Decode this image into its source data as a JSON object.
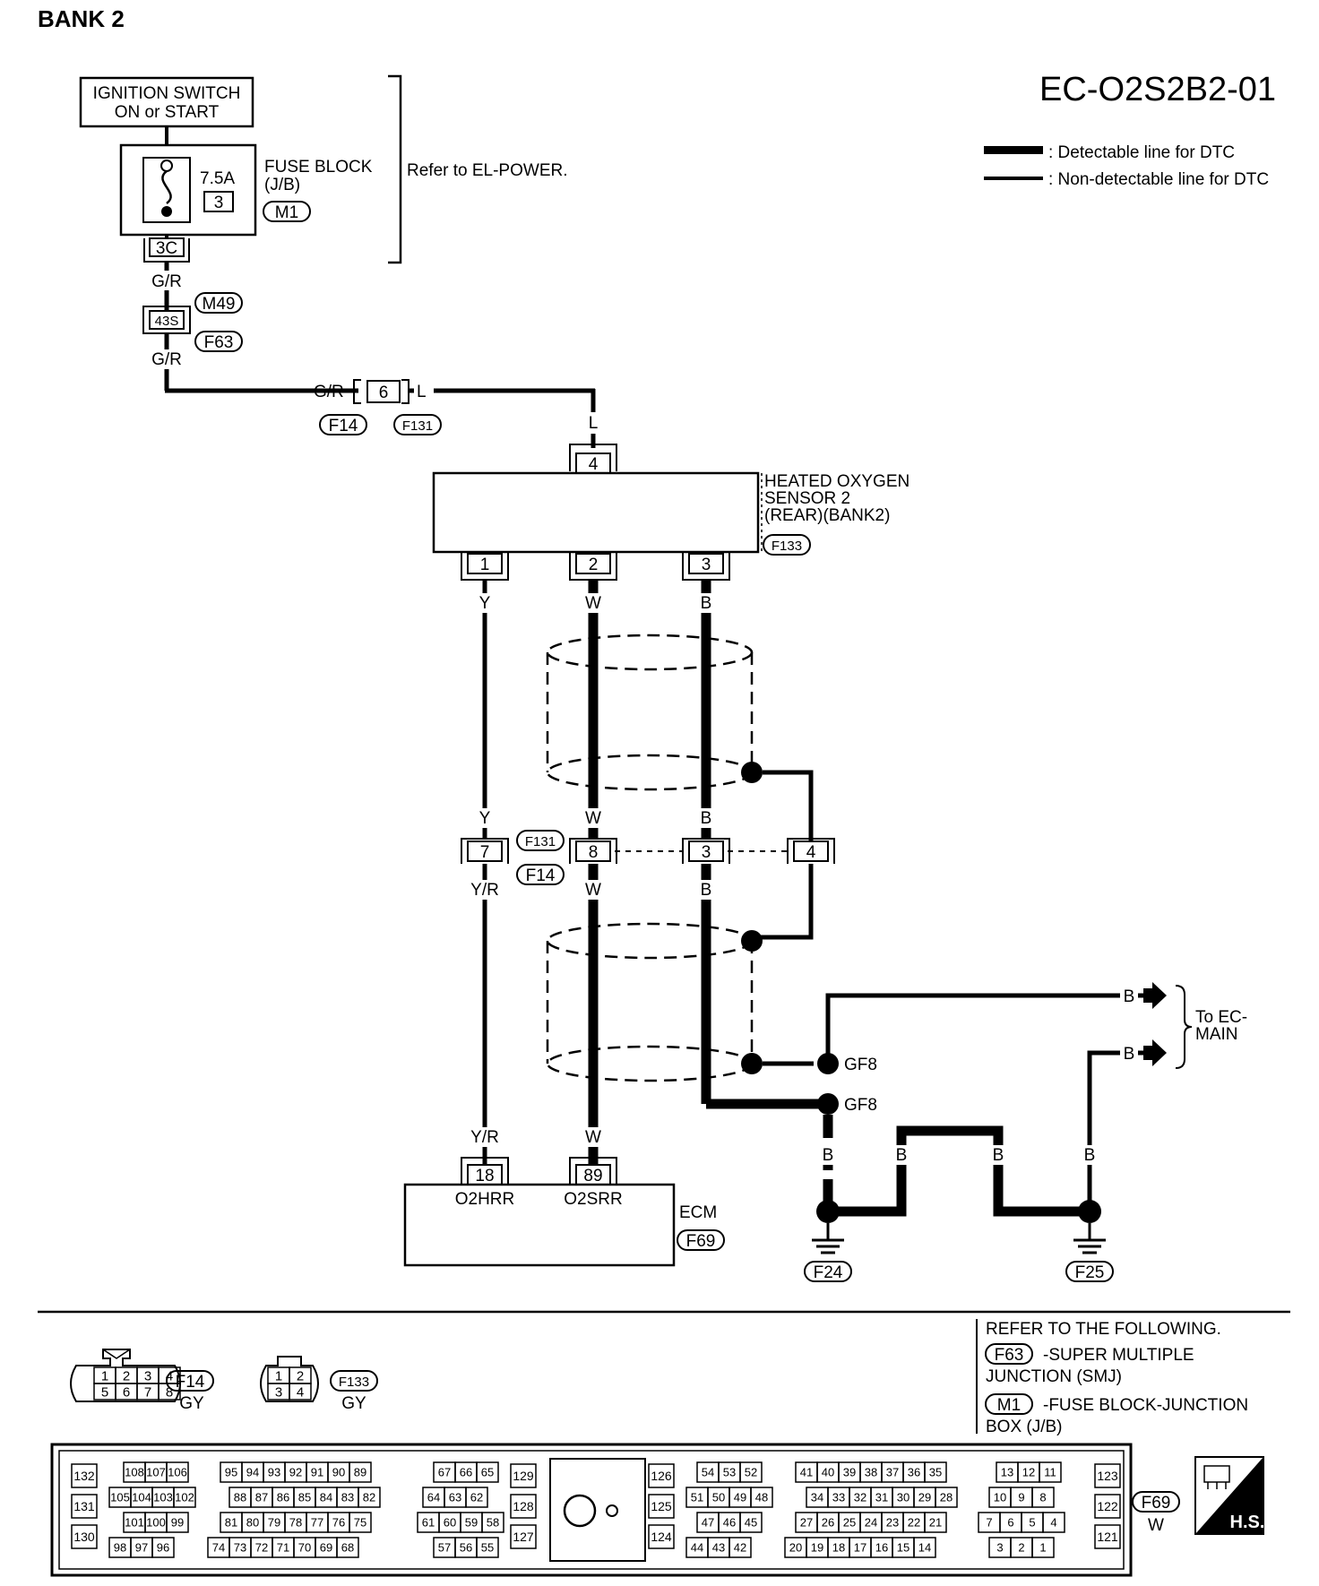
{
  "page": {
    "bank_title": "BANK 2",
    "diagram_code": "EC-O2S2B2-01"
  },
  "legend": {
    "detectable": ": Detectable line for DTC",
    "non_detectable": ": Non-detectable line for DTC"
  },
  "power": {
    "ignition_line1": "IGNITION SWITCH",
    "ignition_line2": "ON or START",
    "fuse_rating": "7.5A",
    "fuse_number": "3",
    "fuse_block_line1": "FUSE  BLOCK",
    "fuse_block_line2": "(J/B)",
    "fuse_block_connector": "M1",
    "fuse_terminal": "3C",
    "refer": "Refer to EL-POWER."
  },
  "harness": {
    "wire_gr": "G/R",
    "junction_terminal": "43S",
    "junction_connector_top": "M49",
    "junction_connector_bottom": "F63",
    "wire_gr_2": "G/R",
    "wire_gr_3": "G/R",
    "inline_terminal": "6",
    "wire_l": "L",
    "inline_left_connector": "F14",
    "inline_right_connector": "F131",
    "wire_l_2": "L"
  },
  "sensor": {
    "terminal_top": "4",
    "name_line1": "HEATED OXYGEN",
    "name_line2": "SENSOR 2",
    "name_line3": "(REAR)(BANK2)",
    "connector": "F133",
    "terminals": [
      "1",
      "2",
      "3"
    ],
    "wire_colors": [
      "Y",
      "W",
      "B"
    ]
  },
  "mid_connector": {
    "upper_wires": [
      "Y",
      "W",
      "B"
    ],
    "terminals": [
      "7",
      "8",
      "3",
      "4"
    ],
    "connector_top": "F131",
    "connector_bottom": "F14",
    "lower_wires": [
      "Y/R",
      "W",
      "B"
    ]
  },
  "ground": {
    "to_wire1": "B",
    "to_wire2": "B",
    "to_label_line1": "To EC-",
    "to_label_line2": "MAIN",
    "gf8_1": "GF8",
    "gf8_2": "GF8",
    "wire_b": [
      "B",
      "B",
      "B",
      "B"
    ],
    "ground_left": "F24",
    "ground_right": "F25"
  },
  "ecm": {
    "wire_left": "Y/R",
    "wire_right": "W",
    "terminal_left": "18",
    "terminal_right": "89",
    "signal_left": "O2HRR",
    "signal_right": "O2SRR",
    "name": "ECM",
    "connector": "F69"
  },
  "connector_views": {
    "f14_row1": [
      "1",
      "2",
      "3",
      "4"
    ],
    "f14_row2": [
      "5",
      "6",
      "7",
      "8"
    ],
    "f14_id": "F14",
    "f14_color": "GY",
    "f133_row1": [
      "1",
      "2"
    ],
    "f133_row2": [
      "3",
      "4"
    ],
    "f133_id": "F133",
    "f133_color": "GY"
  },
  "references": {
    "heading": "REFER TO THE FOLLOWING.",
    "item1_connector": "F63",
    "item1_text_line1": "-SUPER MULTIPLE",
    "item1_text_line2": "JUNCTION (SMJ)",
    "item2_connector": "M1",
    "item2_text_line1": "-FUSE BLOCK-JUNCTION",
    "item2_text_line2": "BOX (J/B)"
  },
  "ecm_connector_face": {
    "id": "F69",
    "color": "W",
    "badge": "H.S.",
    "side_left": [
      "132",
      "131",
      "130"
    ],
    "side_mid_left": [
      "129",
      "128",
      "127"
    ],
    "side_mid_right": [
      "126",
      "125",
      "124"
    ],
    "side_right": [
      "123",
      "122",
      "121"
    ],
    "block1": [
      [
        "108",
        "107",
        "106"
      ],
      [
        "105",
        "104",
        "103",
        "102"
      ],
      [
        "101",
        "100",
        "99"
      ],
      [
        "98",
        "97",
        "96"
      ]
    ],
    "block2": [
      [
        "95",
        "94",
        "93",
        "92",
        "91",
        "90",
        "89"
      ],
      [
        "88",
        "87",
        "86",
        "85",
        "84",
        "83",
        "82"
      ],
      [
        "81",
        "80",
        "79",
        "78",
        "77",
        "76",
        "75"
      ],
      [
        "74",
        "73",
        "72",
        "71",
        "70",
        "69",
        "68"
      ]
    ],
    "block3": [
      [
        "67",
        "66",
        "65"
      ],
      [
        "64",
        "63",
        "62"
      ],
      [
        "61",
        "60",
        "59",
        "58"
      ],
      [
        "57",
        "56",
        "55"
      ]
    ],
    "block4": [
      [
        "54",
        "53",
        "52"
      ],
      [
        "51",
        "50",
        "49",
        "48"
      ],
      [
        "47",
        "46",
        "45"
      ],
      [
        "44",
        "43",
        "42"
      ]
    ],
    "block5": [
      [
        "41",
        "40",
        "39",
        "38",
        "37",
        "36",
        "35"
      ],
      [
        "34",
        "33",
        "32",
        "31",
        "30",
        "29",
        "28"
      ],
      [
        "27",
        "26",
        "25",
        "24",
        "23",
        "22",
        "21"
      ],
      [
        "20",
        "19",
        "18",
        "17",
        "16",
        "15",
        "14"
      ]
    ],
    "block6": [
      [
        "13",
        "12",
        "11"
      ],
      [
        "10",
        "9",
        "8"
      ],
      [
        "7",
        "6",
        "5",
        "4"
      ],
      [
        "3",
        "2",
        "1"
      ]
    ]
  }
}
